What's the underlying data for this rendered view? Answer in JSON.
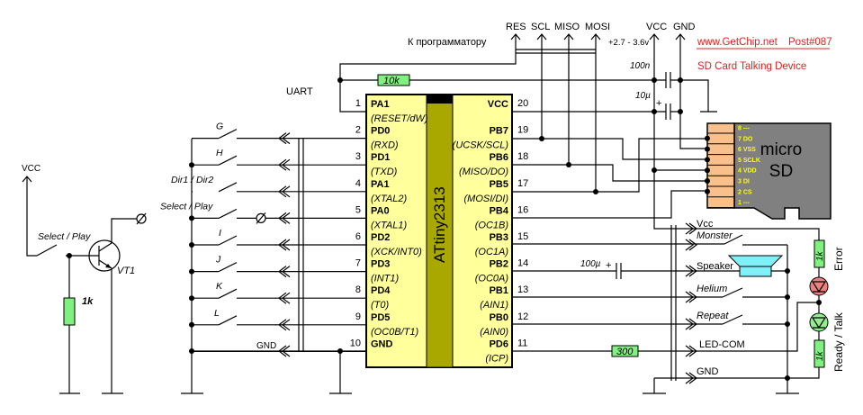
{
  "programmer": {
    "label": "К программатору",
    "signals": [
      "RES",
      "SCL",
      "MISO",
      "MOSI"
    ]
  },
  "power": {
    "vcc": "VCC",
    "gnd": "GND",
    "range": "+2.7 - 3.6v"
  },
  "capacitors": {
    "c1": "100n",
    "c2": "10µ",
    "c3": "100µ",
    "plus": "+"
  },
  "resistors": {
    "r_uart": "10k",
    "r_led": "300",
    "r_error": "1k",
    "r_ready": "1k",
    "r_base": "1k"
  },
  "uart_label": "UART",
  "credits": {
    "site": "www.GetChip.net",
    "post": "Post#087",
    "title": "SD Card Talking Device"
  },
  "chip": {
    "name": "ATtiny2313",
    "left_pins": [
      {
        "num": "1",
        "name": "PA1",
        "alt": "(RESET/dW)"
      },
      {
        "num": "2",
        "name": "PD0",
        "alt": "(RXD)"
      },
      {
        "num": "3",
        "name": "PD1",
        "alt": "(TXD)"
      },
      {
        "num": "4",
        "name": "PA1",
        "alt": "(XTAL2)"
      },
      {
        "num": "5",
        "name": "PA0",
        "alt": "(XTAL1)"
      },
      {
        "num": "6",
        "name": "PD2",
        "alt": "(XCK/INT0)"
      },
      {
        "num": "7",
        "name": "PD3",
        "alt": "(INT1)"
      },
      {
        "num": "8",
        "name": "PD4",
        "alt": "(T0)"
      },
      {
        "num": "9",
        "name": "PD5",
        "alt": "(OC0B/T1)"
      },
      {
        "num": "10",
        "name": "GND",
        "alt": ""
      }
    ],
    "right_pins": [
      {
        "num": "20",
        "name": "VCC",
        "alt": ""
      },
      {
        "num": "19",
        "name": "PB7",
        "alt": "(UCSK/SCL)"
      },
      {
        "num": "18",
        "name": "PB6",
        "alt": "(MISO/DO)"
      },
      {
        "num": "17",
        "name": "PB5",
        "alt": "(MOSI/DI)"
      },
      {
        "num": "16",
        "name": "PB4",
        "alt": "(OC1B)"
      },
      {
        "num": "15",
        "name": "PB3",
        "alt": "(OC1A)"
      },
      {
        "num": "14",
        "name": "PB2",
        "alt": "(OC0A)"
      },
      {
        "num": "13",
        "name": "PB1",
        "alt": "(AIN1)"
      },
      {
        "num": "12",
        "name": "PB0",
        "alt": "(AIN0)"
      },
      {
        "num": "11",
        "name": "PD6",
        "alt": "(ICP)"
      }
    ]
  },
  "left_switches": [
    "G",
    "H",
    "Dir1 / Dir2",
    "Select / Play",
    "I",
    "J",
    "K",
    "L"
  ],
  "left_gnd": "GND",
  "transistor": {
    "vcc": "VCC",
    "switch": "Select / Play",
    "name": "VT1"
  },
  "sd_card": {
    "line1": "micro",
    "line2": "SD",
    "pins": [
      "8 ---",
      "7 DO",
      "6 VSS",
      "5 SCLK",
      "4 VDD",
      "3 DI",
      "2 CS",
      "1 ---"
    ]
  },
  "right_connector": {
    "vcc": "Vcc",
    "monster": "Monster",
    "speaker": "Speaker",
    "helium": "Helium",
    "repeat": "Repeat",
    "led_com": "LED-COM",
    "gnd": "GND"
  },
  "leds": {
    "error": "Error",
    "ready": "Ready / Talk"
  },
  "colors": {
    "chip": "#ffff9c",
    "chip_bar": "#a8a800",
    "resistor": "#80f080",
    "sd_orange": "#f9c08c",
    "sd_gray": "#808080",
    "speaker": "#80f0f8",
    "led_error": "#f08080",
    "led_ready": "#90ee90",
    "credits": "#e02020"
  }
}
